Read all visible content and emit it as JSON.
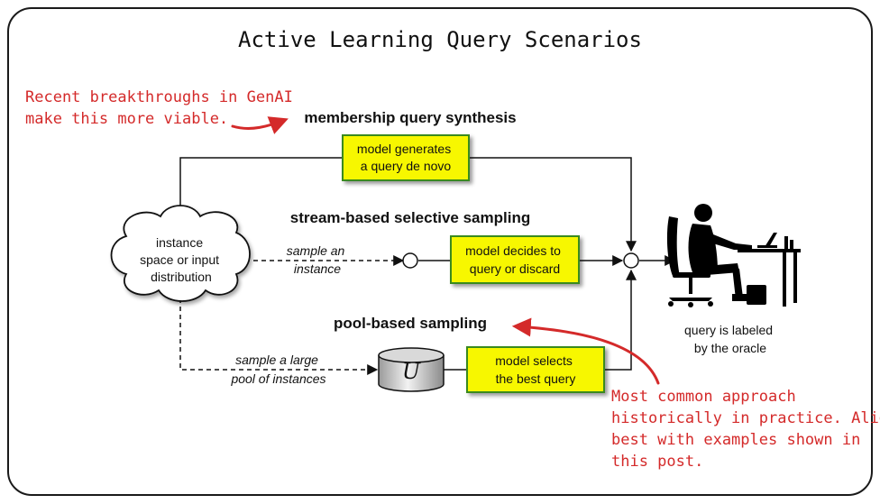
{
  "title": "Active Learning Query Scenarios",
  "annotations": {
    "top_left": [
      "Recent breakthroughs in GenAI",
      "make this more viable."
    ],
    "bottom_right": [
      "Most common approach",
      "historically in practice. Aligns",
      "best with examples shown in",
      "this post."
    ],
    "color": "#d42a2a"
  },
  "scenarios": {
    "membership": "membership query synthesis",
    "stream": "stream-based selective sampling",
    "pool": "pool-based sampling"
  },
  "cloud": [
    "instance",
    "space or input",
    "distribution"
  ],
  "boxes": {
    "generate": [
      "model generates",
      "a query de novo"
    ],
    "decide": [
      "model decides to",
      "query or discard"
    ],
    "select": [
      "model selects",
      "the best query"
    ],
    "fill": "#f7f700",
    "border": "#3a8a1e"
  },
  "edge_labels": {
    "sample_instance": [
      "sample an",
      "instance"
    ],
    "sample_pool": [
      "sample a large",
      "pool of instances"
    ]
  },
  "pool_symbol": "U",
  "oracle": [
    "query is labeled",
    "by the oracle"
  ],
  "icons": {
    "oracle": "person-at-desk-icon",
    "pool": "database-cylinder-icon",
    "cloud": "cloud-icon"
  }
}
